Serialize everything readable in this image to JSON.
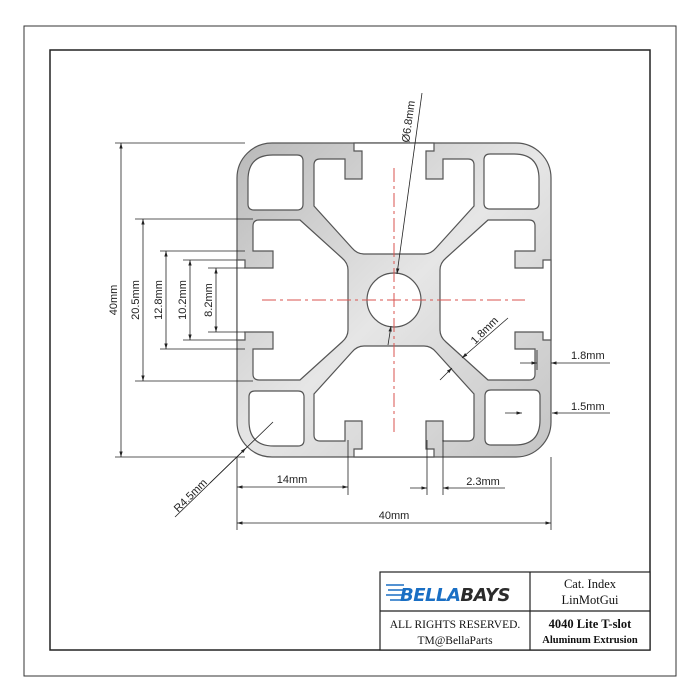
{
  "dimensions": {
    "height_total": "40mm",
    "slot_cavity": "20.5mm",
    "lip_back": "12.8mm",
    "slot_inner": "10.2mm",
    "slot_opening": "8.2mm",
    "center_hole": "Ø6.8mm",
    "web_thickness": "1.8mm",
    "lip_thickness": "1.8mm",
    "wall_thickness": "1.5mm",
    "corner_radius": "R4.5mm",
    "slot_offset": "14mm",
    "lip_width": "2.3mm",
    "width_total": "40mm"
  },
  "title_block": {
    "logo_part1": "BELLA",
    "logo_part2": "BAYS",
    "cat_index_label": "Cat. Index",
    "cat_index_value": "LinMotGui",
    "rights": "ALL RIGHTS RESERVED.",
    "trademark": "TM@BellaParts",
    "product_name": "4040 Lite T-slot",
    "product_type": "Aluminum Extrusion"
  },
  "colors": {
    "logo_blue": "#1a6fc4",
    "logo_dark": "#2b2b2b",
    "centerline": "#d9534f"
  }
}
